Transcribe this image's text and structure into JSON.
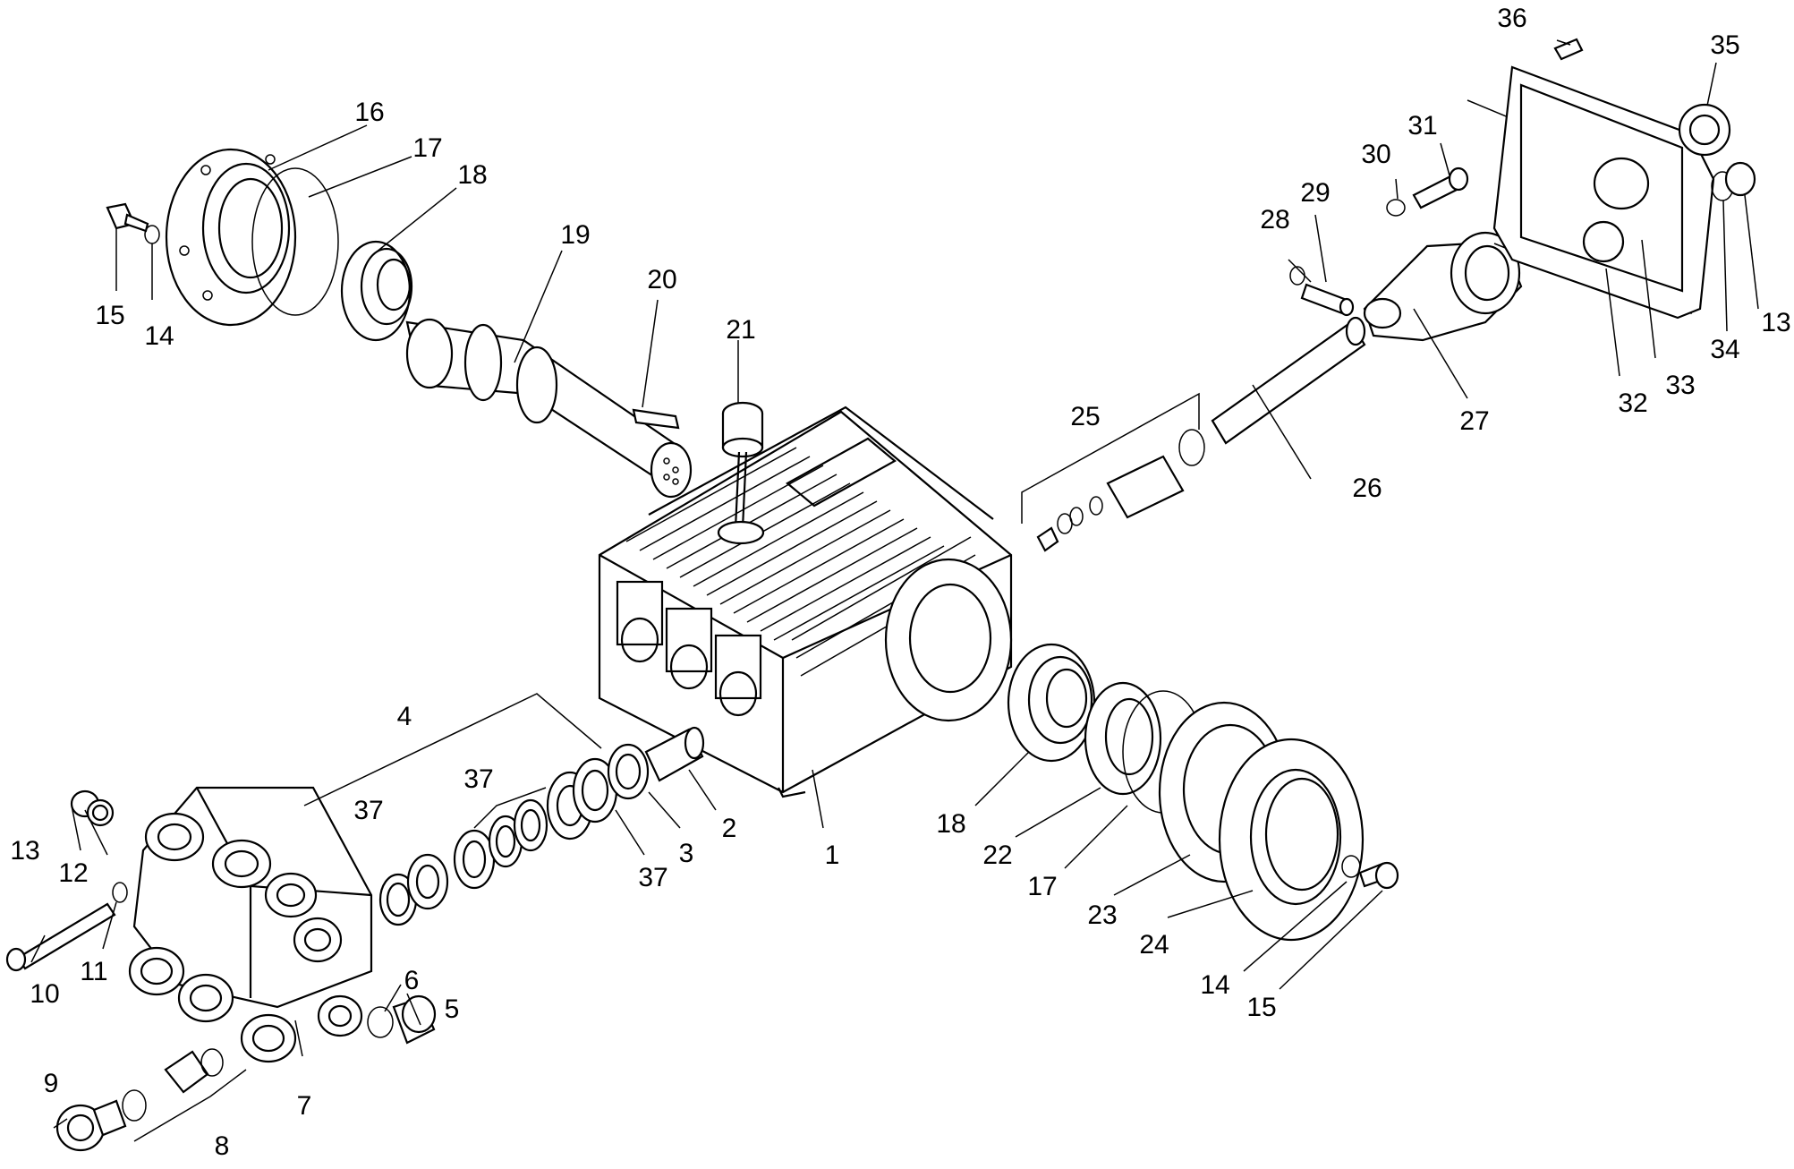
{
  "diagram": {
    "labels": {
      "l1": "1",
      "l2": "2",
      "l3": "3",
      "l4": "4",
      "l5": "5",
      "l6": "6",
      "l7": "7",
      "l8": "8",
      "l9": "9",
      "l10": "10",
      "l11": "11",
      "l12": "12",
      "l13a": "13",
      "l13b": "13",
      "l14a": "14",
      "l14b": "14",
      "l15a": "15",
      "l15b": "15",
      "l16": "16",
      "l17a": "17",
      "l17b": "17",
      "l18a": "18",
      "l18b": "18",
      "l19": "19",
      "l20": "20",
      "l21": "21",
      "l22": "22",
      "l23": "23",
      "l24": "24",
      "l25": "25",
      "l26": "26",
      "l27": "27",
      "l28": "28",
      "l29": "29",
      "l30": "30",
      "l31": "31",
      "l32": "32",
      "l33": "33",
      "l34": "34",
      "l35": "35",
      "l36": "36",
      "l37a": "37",
      "l37b": "37",
      "l37c": "37"
    }
  }
}
